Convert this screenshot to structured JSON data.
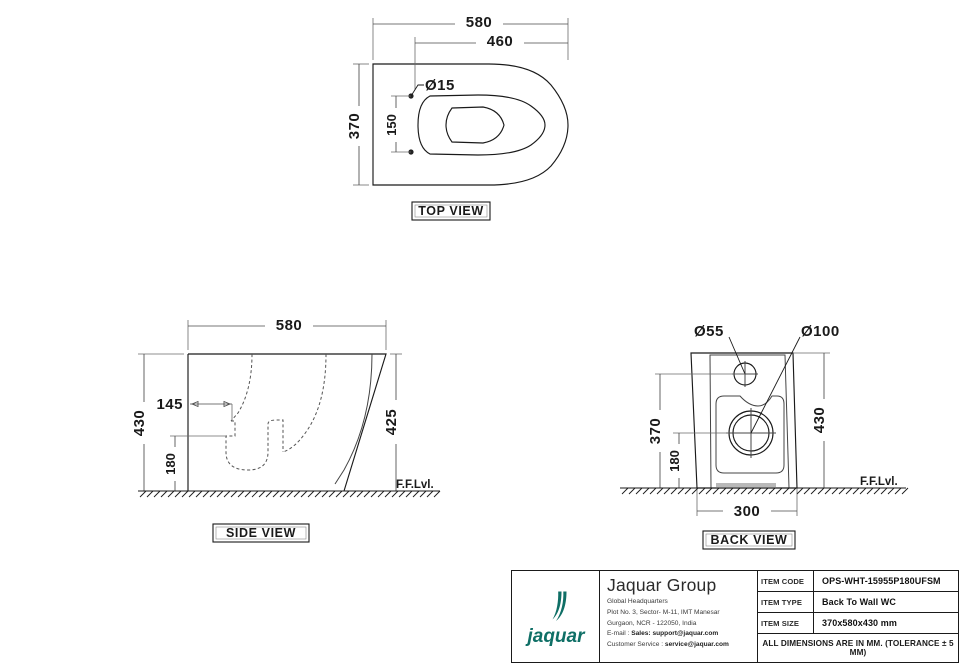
{
  "drawing": {
    "title": "Back To Wall WC technical drawing",
    "views": [
      {
        "id": "top",
        "label": "TOP VIEW"
      },
      {
        "id": "side",
        "label": "SIDE VIEW"
      },
      {
        "id": "back",
        "label": "BACK VIEW"
      }
    ],
    "top_view": {
      "label": "TOP VIEW",
      "dims": {
        "overall_length": "580",
        "hole_offset_length": "460",
        "overall_width": "370",
        "hole_spacing": "150",
        "hole_diameter": "Ø15"
      }
    },
    "side_view": {
      "label": "SIDE VIEW",
      "dims": {
        "length": "580",
        "height": "430",
        "seat_height": "425",
        "outlet_offset": "145",
        "outlet_height": "180"
      },
      "floor_label": "F.F.Lvl."
    },
    "back_view": {
      "label": "BACK VIEW",
      "dims": {
        "inlet_diameter": "Ø55",
        "outlet_diameter": "Ø100",
        "inlet_height": "370",
        "outlet_height": "180",
        "height": "430",
        "base_width": "300"
      },
      "floor_label": "F.F.Lvl."
    }
  },
  "title_block": {
    "logo_text": "jaquar",
    "company_name": "Jaquar Group",
    "address": {
      "line1": "Global Headquarters",
      "line2": "Plot No. 3, Sector- M-11, IMT Manesar",
      "line3": "Gurgaon, NCR - 122050, India",
      "line4_prefix": "E-mail : ",
      "line4_label": "Sales: support@jaquar.com",
      "line5_prefix": "Customer Service : ",
      "line5_label": "service@jaquar.com"
    },
    "specs": [
      {
        "key": "ITEM CODE",
        "value": "OPS-WHT-15955P180UFSM"
      },
      {
        "key": "ITEM TYPE",
        "value": "Back To Wall WC"
      },
      {
        "key": "ITEM SIZE",
        "value": "370x580x430 mm"
      }
    ],
    "note": "ALL DIMENSIONS ARE IN MM. (TOLERANCE ± 5 MM)",
    "brand_color": "#0f6f66"
  }
}
